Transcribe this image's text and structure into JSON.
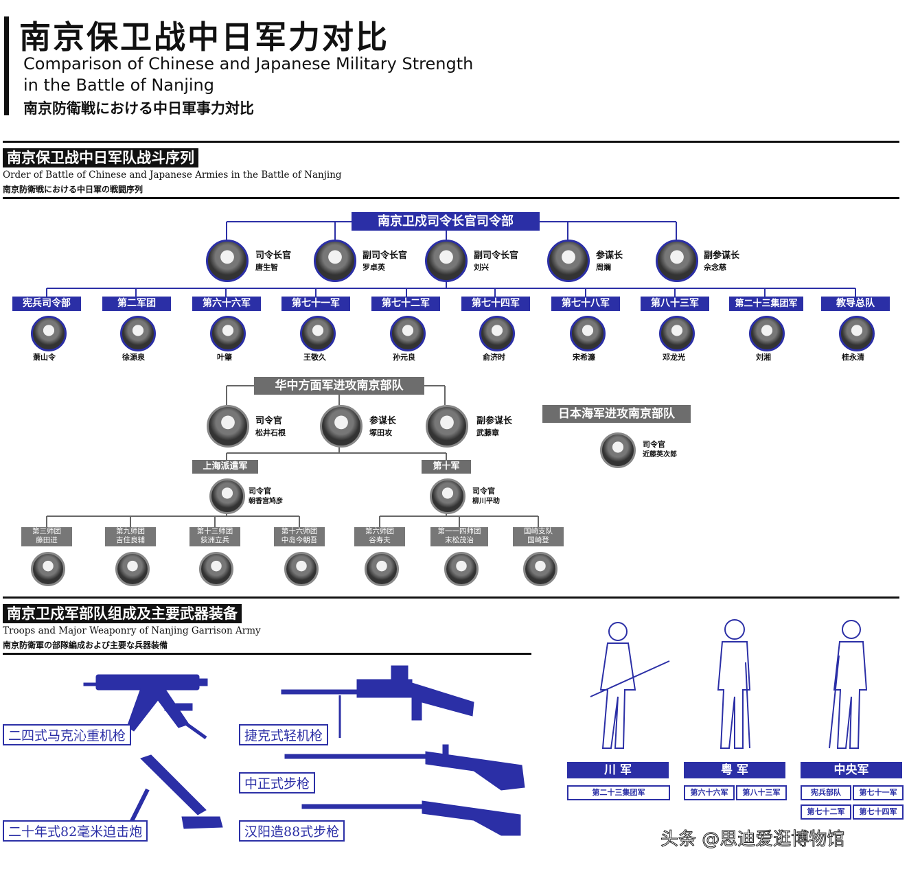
{
  "header": {
    "title_cn": "南京保卫战中日军力对比",
    "title_en_line1": "Comparison of Chinese and Japanese Military Strength",
    "title_en_line2": "in the Battle of Nanjing",
    "title_jp": "南京防衛戦における中日軍事力対比"
  },
  "section1": {
    "title_cn": "南京保卫战中日军队战斗序列",
    "title_en": "Order of Battle of Chinese and Japanese Armies in the Battle of Nanjing",
    "title_jp": "南京防衛戦における中日軍の戦闘序列"
  },
  "chinese_hq": {
    "label": "南京卫戍司令长官司令部",
    "commanders": [
      {
        "role": "司令长官",
        "name": "唐生智"
      },
      {
        "role": "副司令长官",
        "name": "罗卓英"
      },
      {
        "role": "副司令长官",
        "name": "刘兴"
      },
      {
        "role": "参谋长",
        "name": "周斓"
      },
      {
        "role": "副参谋长",
        "name": "佘念慈"
      }
    ],
    "units": [
      {
        "unit": "宪兵司令部",
        "name": "萧山令"
      },
      {
        "unit": "第二军团",
        "name": "徐源泉"
      },
      {
        "unit": "第六十六军",
        "name": "叶肇"
      },
      {
        "unit": "第七十一军",
        "name": "王敬久"
      },
      {
        "unit": "第七十二军",
        "name": "孙元良"
      },
      {
        "unit": "第七十四军",
        "name": "俞济时"
      },
      {
        "unit": "第七十八军",
        "name": "宋希濂"
      },
      {
        "unit": "第八十三军",
        "name": "邓龙光"
      },
      {
        "unit": "第二十三集团军",
        "name": "刘湘"
      },
      {
        "unit": "教导总队",
        "name": "桂永清"
      }
    ]
  },
  "japanese_army": {
    "label": "华中方面军进攻南京部队",
    "commanders": [
      {
        "role": "司令官",
        "name": "松井石根"
      },
      {
        "role": "参谋长",
        "name": "塚田攻"
      },
      {
        "role": "副参谋长",
        "name": "武藤章"
      }
    ],
    "armies": [
      {
        "label": "上海派遣军",
        "role": "司令官",
        "name": "朝香宫鸠彦"
      },
      {
        "label": "第十军",
        "role": "司令官",
        "name": "柳川平助"
      }
    ],
    "divisions": [
      {
        "unit": "第三师团",
        "name": "藤田进"
      },
      {
        "unit": "第九师团",
        "name": "吉住良辅"
      },
      {
        "unit": "第十三师团",
        "name": "荻洲立兵"
      },
      {
        "unit": "第十六师团",
        "name": "中岛今朝吾"
      },
      {
        "unit": "第六师团",
        "name": "谷寿夫"
      },
      {
        "unit": "第一一四师团",
        "name": "末松茂治"
      },
      {
        "unit": "国崎支队",
        "name": "国崎登"
      }
    ]
  },
  "japanese_navy": {
    "label": "日本海军进攻南京部队",
    "role": "司令官",
    "name": "近藤英次郎"
  },
  "section2": {
    "title_cn": "南京卫戍军部队组成及主要武器装备",
    "title_en": "Troops and Major Weaponry of Nanjing Garrison Army",
    "title_jp": "南京防衛軍の部隊編成および主要な兵器装備"
  },
  "weapons": [
    {
      "label": "二四式马克沁重机枪"
    },
    {
      "label": "捷克式轻机枪"
    },
    {
      "label": "中正式步枪"
    },
    {
      "label": "二十年式82毫米迫击炮"
    },
    {
      "label": "汉阳造88式步枪"
    }
  ],
  "troop_groups": [
    {
      "label": "川 军",
      "units": [
        "第二十三集团军"
      ]
    },
    {
      "label": "粤 军",
      "units": [
        "第六十六军",
        "第八十三军"
      ]
    },
    {
      "label": "中央军",
      "units": [
        "宪兵部队",
        "第七十一军",
        "第七十二军",
        "第七十四军"
      ]
    }
  ],
  "watermark": "头条 @思迪爱逛博物馆",
  "colors": {
    "accent": "#2b2fa6",
    "japanese": "#6d6d6d",
    "text": "#111111"
  }
}
